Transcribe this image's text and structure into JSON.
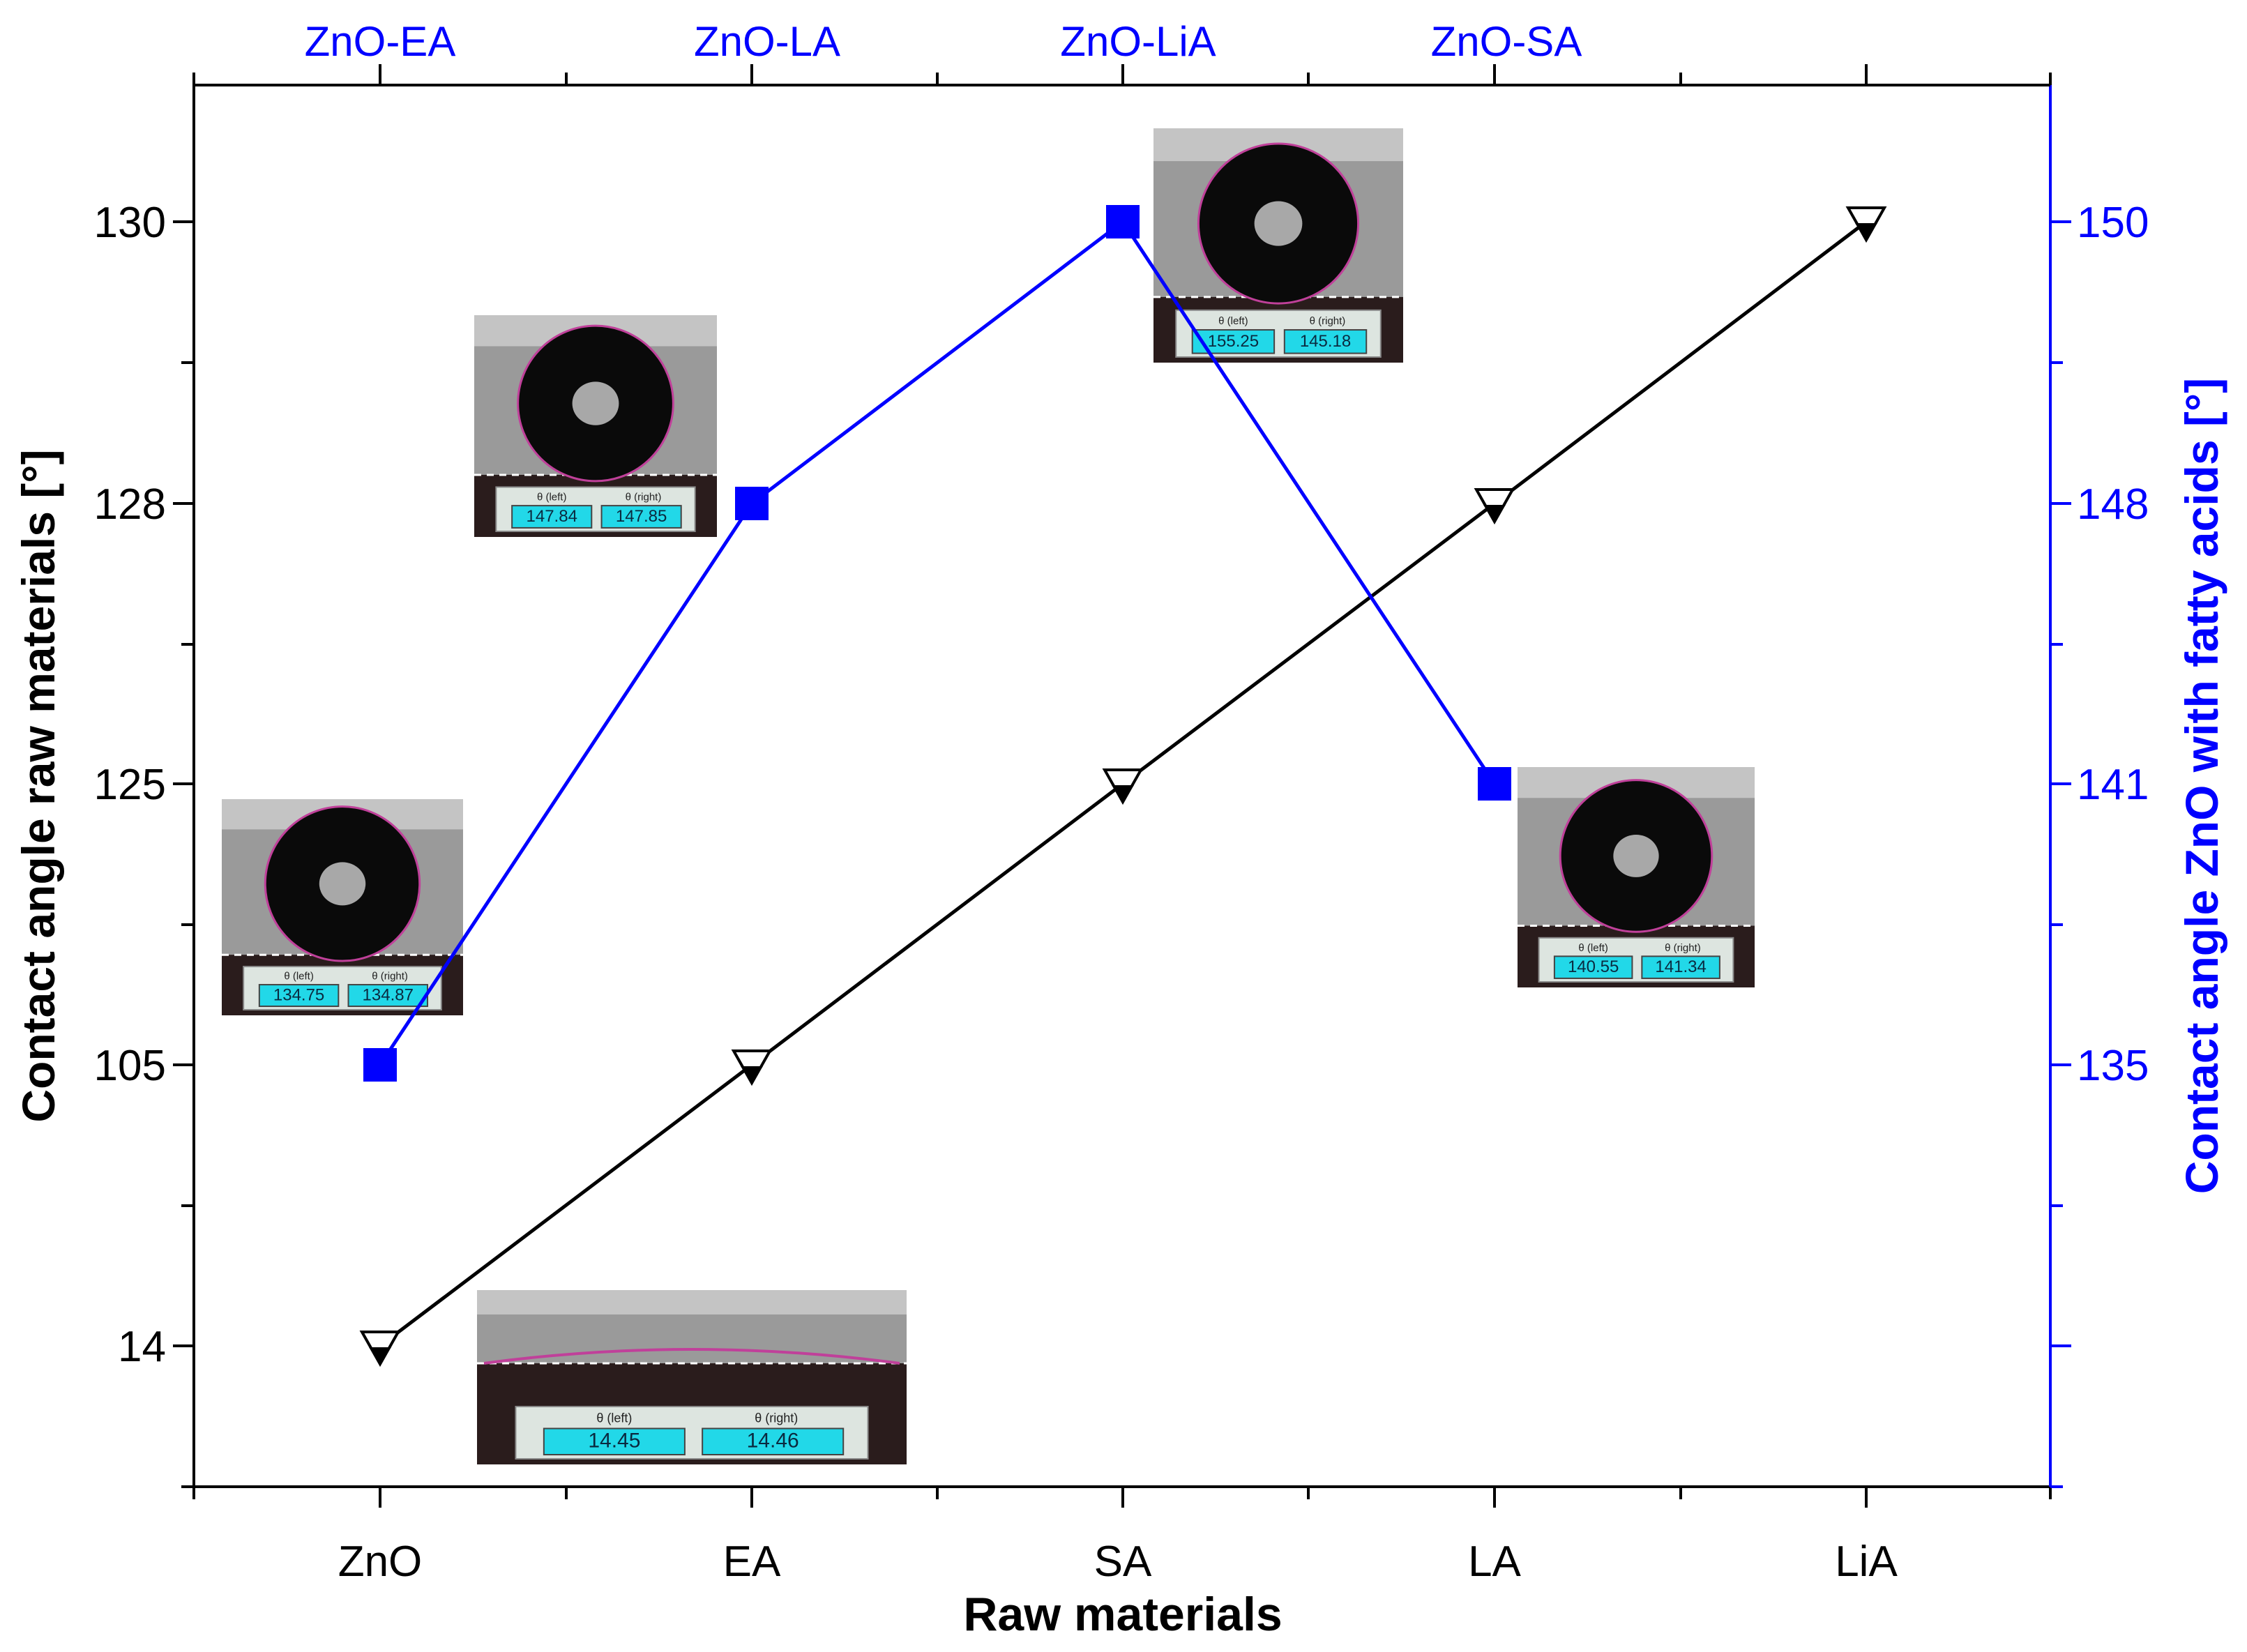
{
  "chart_data": {
    "type": "line",
    "xlabel": "Raw materials",
    "ylabel_left": "Contact angle raw materials [°]",
    "ylabel_right": "Contact angle ZnO with fatty acids [°]",
    "categories": [
      "ZnO",
      "EA",
      "SA",
      "LA",
      "LiA"
    ],
    "top_categories": [
      "ZnO-EA",
      "ZnO-LA",
      "ZnO-LiA",
      "ZnO-SA"
    ],
    "left_ticks": [
      "14",
      "105",
      "125",
      "128",
      "130"
    ],
    "right_ticks": [
      "135",
      "141",
      "148",
      "150"
    ],
    "series": [
      {
        "axis": "left",
        "marker": "triangle-down",
        "color": "#000000",
        "categories": [
          "ZnO",
          "EA",
          "SA",
          "LA",
          "LiA"
        ],
        "values": [
          14,
          105,
          125,
          128,
          130
        ]
      },
      {
        "axis": "right",
        "marker": "square",
        "color": "#0000ff",
        "categories": [
          "ZnO-EA",
          "ZnO-LA",
          "ZnO-LiA",
          "ZnO-SA"
        ],
        "values": [
          135,
          148,
          150,
          141
        ]
      }
    ],
    "insets": [
      {
        "for": "ZnO",
        "left_label": "θ (left)",
        "right_label": "θ (right)",
        "left_value": "14.45",
        "right_value": "14.46"
      },
      {
        "for": "ZnO-EA",
        "left_label": "θ (left)",
        "right_label": "θ (right)",
        "left_value": "134.75",
        "right_value": "134.87"
      },
      {
        "for": "ZnO-LA",
        "left_label": "θ (left)",
        "right_label": "θ (right)",
        "left_value": "147.84",
        "right_value": "147.85"
      },
      {
        "for": "ZnO-LiA",
        "left_label": "θ (left)",
        "right_label": "θ (right)",
        "left_value": "155.25",
        "right_value": "145.18"
      },
      {
        "for": "ZnO-SA",
        "left_label": "θ (left)",
        "right_label": "θ (right)",
        "left_value": "140.55",
        "right_value": "141.34"
      }
    ],
    "colors": {
      "left_axis": "#000000",
      "right_axis": "#0000ff",
      "top_labels": "#0000ff"
    }
  }
}
